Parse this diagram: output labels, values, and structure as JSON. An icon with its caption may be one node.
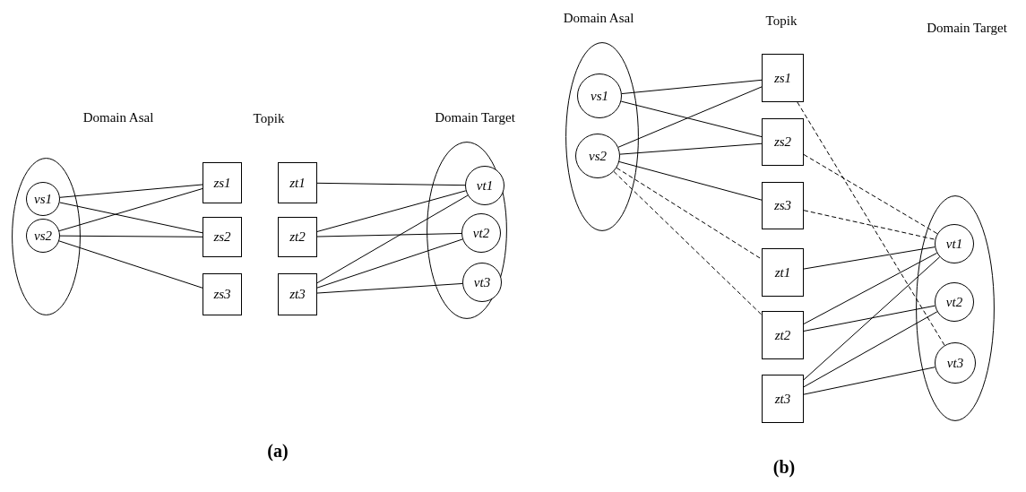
{
  "diagram": {
    "nodes": [
      {
        "text": [
          "Domain Asal"
        ]
      },
      {
        "text": [
          "vs1"
        ],
        "in": 0
      },
      {
        "text": [
          "vs2"
        ],
        "in": 0
      },
      {
        "text": [
          "zs1"
        ]
      },
      {
        "text": [
          "zs2"
        ]
      },
      {
        "text": [
          "zs3"
        ]
      },
      {
        "text": [
          "zt1"
        ]
      },
      {
        "text": [
          "zt2"
        ]
      },
      {
        "text": [
          "zt3"
        ]
      },
      {
        "text": [
          "Domain Target"
        ]
      },
      {
        "text": [
          "vt1"
        ],
        "in": 9
      },
      {
        "text": [
          "vt2"
        ],
        "in": 9
      },
      {
        "text": [
          "vt3"
        ],
        "in": 9
      },
      {
        "text": [
          "Domain Asal"
        ]
      },
      {
        "text": [
          "vs1"
        ],
        "in": 13
      },
      {
        "text": [
          "vs2"
        ],
        "in": 13
      },
      {
        "text": [
          "zs1"
        ]
      },
      {
        "text": [
          "zs2"
        ]
      },
      {
        "text": [
          "zs3"
        ]
      },
      {
        "text": [
          "zt1"
        ]
      },
      {
        "text": [
          "zt2"
        ]
      },
      {
        "text": [
          "zt3"
        ]
      },
      {
        "text": [],
        "shape": "ellipse"
      },
      {
        "text": [
          "vt1"
        ],
        "in": 22
      },
      {
        "text": [
          "vt2"
        ],
        "in": 22
      },
      {
        "text": [
          "vt3"
        ],
        "in": 22
      }
    ],
    "edges": [
      {
        "from": 1,
        "to": 3,
        "arrow": "none"
      },
      {
        "from": 1,
        "to": 4,
        "arrow": "none"
      },
      {
        "from": 2,
        "to": 3,
        "arrow": "none"
      },
      {
        "from": 2,
        "to": 4,
        "arrow": "none"
      },
      {
        "from": 2,
        "to": 5,
        "arrow": "none"
      },
      {
        "from": 6,
        "to": 10,
        "arrow": "none"
      },
      {
        "from": 7,
        "to": 10,
        "arrow": "none"
      },
      {
        "from": 7,
        "to": 11,
        "arrow": "none"
      },
      {
        "from": 8,
        "to": 10,
        "arrow": "none"
      },
      {
        "from": 8,
        "to": 11,
        "arrow": "none"
      },
      {
        "from": 8,
        "to": 12,
        "arrow": "none"
      },
      {
        "from": 14,
        "to": 16,
        "arrow": "none"
      },
      {
        "from": 14,
        "to": 17,
        "arrow": "none"
      },
      {
        "from": 15,
        "to": 16,
        "arrow": "none"
      },
      {
        "from": 15,
        "to": 17,
        "arrow": "none"
      },
      {
        "from": 15,
        "to": 18,
        "arrow": "none"
      },
      {
        "from": 15,
        "to": 19,
        "arrow": "none",
        "style": "dashed"
      },
      {
        "from": 15,
        "to": 20,
        "arrow": "none",
        "style": "dashed"
      },
      {
        "from": 16,
        "to": 25,
        "arrow": "none",
        "style": "dashed"
      },
      {
        "from": 17,
        "to": 23,
        "arrow": "none",
        "style": "dashed"
      },
      {
        "from": 18,
        "to": 23,
        "arrow": "none",
        "style": "dashed"
      },
      {
        "from": 19,
        "to": 23,
        "arrow": "none"
      },
      {
        "from": 20,
        "to": 23,
        "arrow": "none"
      },
      {
        "from": 20,
        "to": 24,
        "arrow": "none"
      },
      {
        "from": 21,
        "to": 23,
        "arrow": "none"
      },
      {
        "from": 21,
        "to": 24,
        "arrow": "none"
      },
      {
        "from": 21,
        "to": 25,
        "arrow": "none"
      }
    ],
    "labels": [
      "Topik",
      "Topik",
      "Domain Target",
      "(a)",
      "(b)"
    ]
  }
}
